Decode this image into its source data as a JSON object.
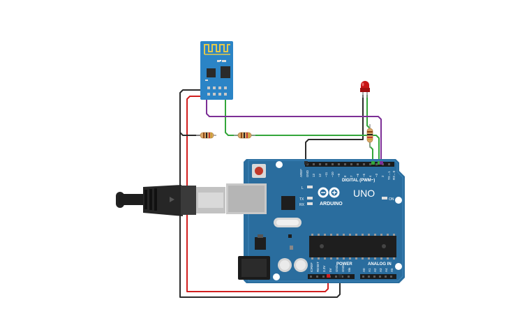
{
  "board": {
    "brand": "ARDUINO",
    "model": "UNO",
    "on_label": "ON",
    "tx_label": "TX",
    "rx_label": "RX",
    "l_label": "L",
    "digital_label": "DIGITAL (PWM~)",
    "power_label": "POWER",
    "analog_label": "ANALOG IN",
    "aref_label": "AREF",
    "gnd_label": "GND",
    "digital_pins": [
      "13",
      "12",
      "~11",
      "~10",
      "~9",
      "8",
      "7",
      "~6",
      "~5",
      "4",
      "~3",
      "2",
      "TX→1",
      "RX←0"
    ],
    "power_pins": [
      "IOREF",
      "RESET",
      "3.3V",
      "5V",
      "GND",
      "GND",
      "Vin"
    ],
    "analog_pins": [
      "A0",
      "A1",
      "A2",
      "A3",
      "A4",
      "A5"
    ]
  },
  "components": {
    "wifi_module": "ESP8266 Wi-Fi module",
    "led": "red LED",
    "resistor_count": 3,
    "usb": "USB cable"
  },
  "colors": {
    "board": "#2a6d9e",
    "board_dark": "#1d5a86",
    "wire_red": "#d11f1f",
    "wire_black": "#2b2b2b",
    "wire_green": "#33a63a",
    "wire_purple": "#7c2f96",
    "led": "#c81515"
  }
}
